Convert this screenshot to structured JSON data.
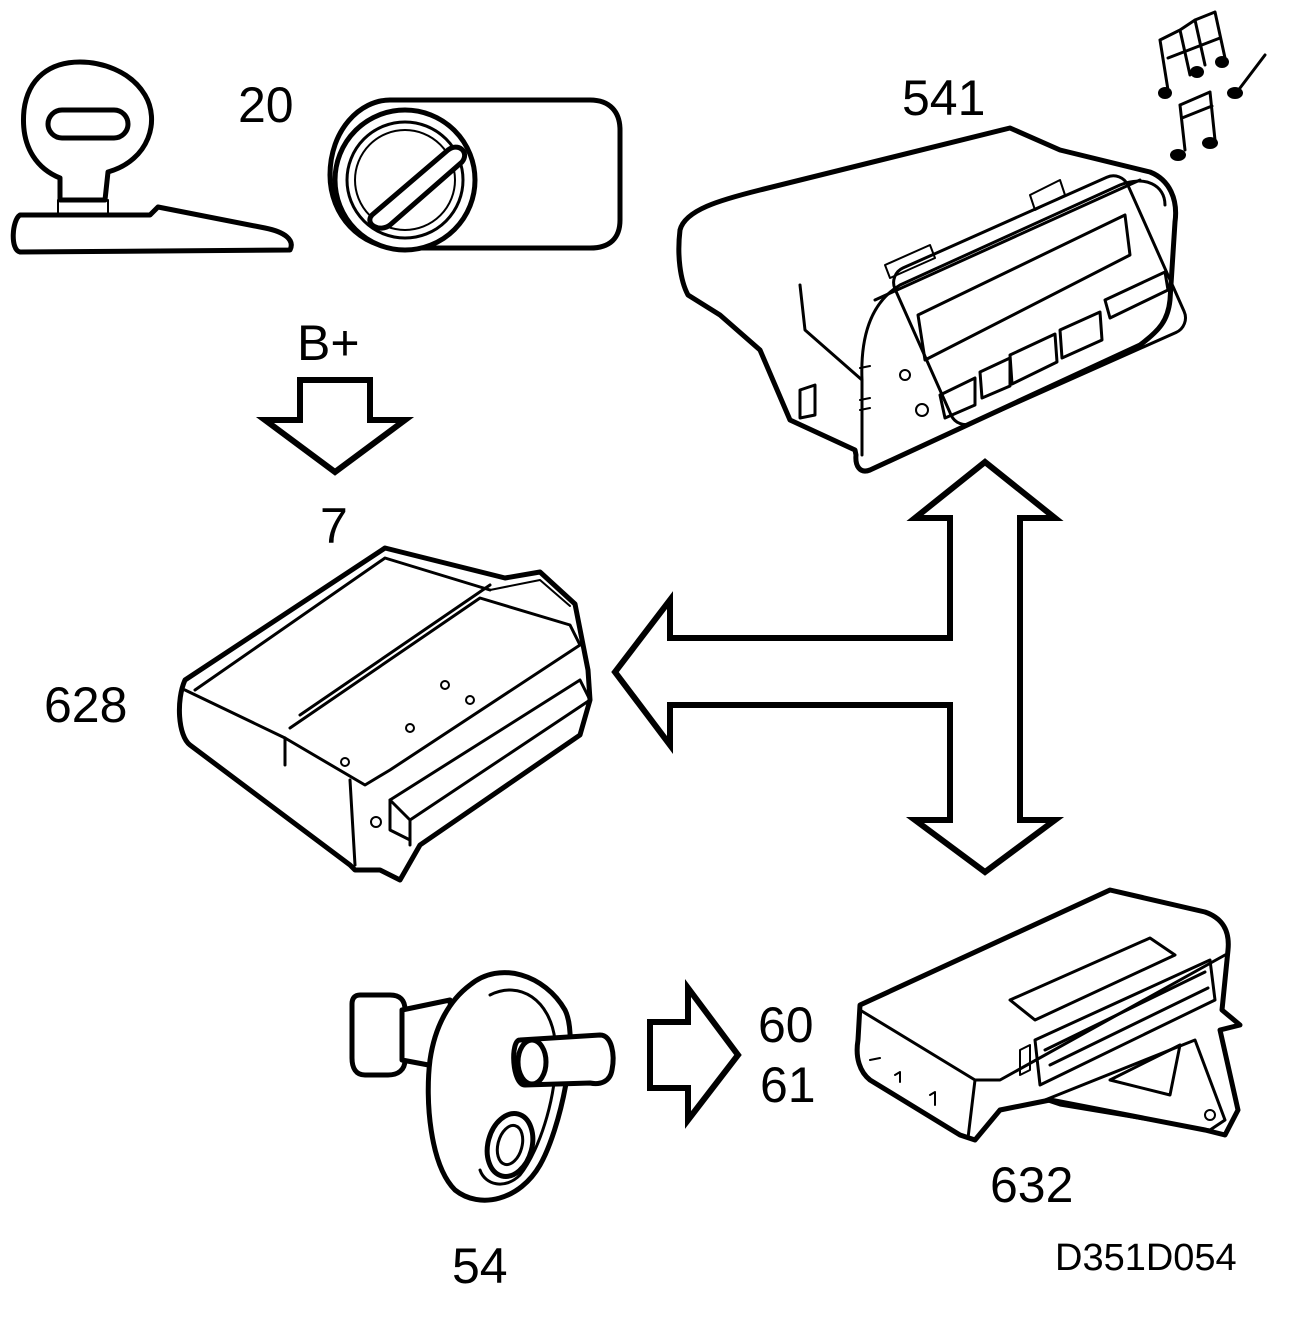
{
  "diagram": {
    "labels": {
      "key": "20",
      "radio": "541",
      "battery": "B+",
      "fuse": "7",
      "control_unit": "628",
      "alarm_unit": "632",
      "lock_switch": "54",
      "signal_a": "60",
      "signal_b": "61",
      "figure_code": "D351D054"
    },
    "ink_color": "#000000",
    "background_color": "#ffffff",
    "icons": [
      "key-icon",
      "ignition-lock-icon",
      "car-radio-icon",
      "music-notes-icon",
      "control-module-icon",
      "alarm-module-icon",
      "door-switch-icon"
    ]
  }
}
